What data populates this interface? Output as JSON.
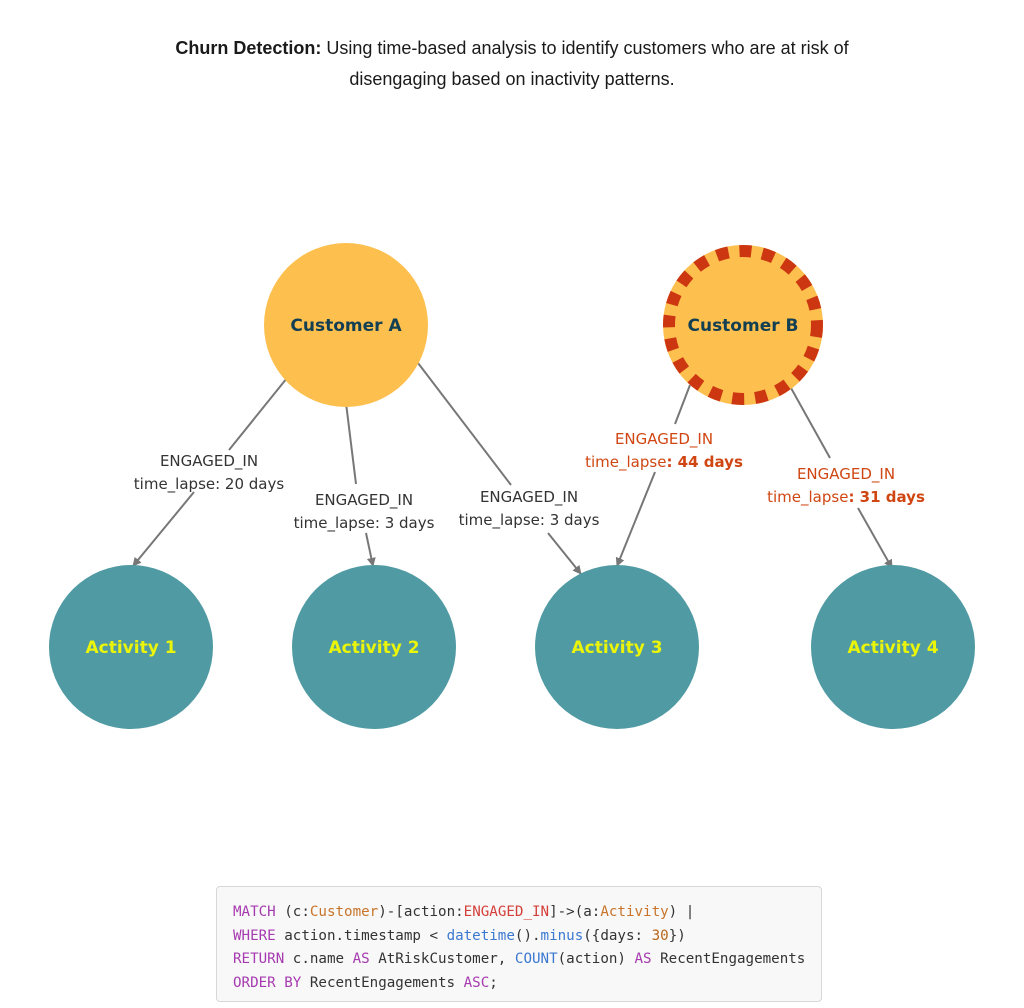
{
  "header": {
    "bold": "Churn Detection:",
    "text_line1": " Using time-based analysis to identify customers who are at risk of",
    "text_line2": "disengaging based on inactivity patterns."
  },
  "colors": {
    "customer_fill": "#fdbf4e",
    "activity_fill": "#4f9aa3",
    "customer_text": "#123f52",
    "activity_text": "#eaf50a",
    "edge": "#777777",
    "edge_label": "#333333",
    "risk_label": "#d04612",
    "risk_dash": "#cc3711"
  },
  "nodes": {
    "customer_a": "Customer A",
    "customer_b": "Customer B",
    "activity_1": "Activity 1",
    "activity_2": "Activity 2",
    "activity_3": "Activity 3",
    "activity_4": "Activity 4"
  },
  "edges": [
    {
      "rel": "ENGAGED_IN",
      "lapse_prefix": "time_lapse: 20 days",
      "lapse_value": ""
    },
    {
      "rel": "ENGAGED_IN",
      "lapse_prefix": "time_lapse: 3 days",
      "lapse_value": ""
    },
    {
      "rel": "ENGAGED_IN",
      "lapse_prefix": "time_lapse: 3 days",
      "lapse_value": ""
    },
    {
      "rel": "ENGAGED_IN",
      "lapse_prefix": "time_lapse",
      "lapse_value": ": 44 days"
    },
    {
      "rel": "ENGAGED_IN",
      "lapse_prefix": "time_lapse",
      "lapse_value": ": 31 days"
    }
  ],
  "code": {
    "line1": {
      "kw1": "MATCH",
      "t1": " (c:",
      "lbl1": "Customer",
      "t2": ")-[action:",
      "rel": "ENGAGED_IN",
      "t3": "]->(a:",
      "lbl2": "Activity",
      "t4": ") |"
    },
    "line2": {
      "kw1": "WHERE",
      "t1": " action.timestamp < ",
      "fn1": "datetime",
      "t2": "().",
      "fn2": "minus",
      "t3": "({days: ",
      "num": "30",
      "t4": "})"
    },
    "line3": {
      "kw1": "RETURN",
      "t1": " c.name ",
      "kw2": "AS",
      "t2": " AtRiskCustomer, ",
      "fn1": "COUNT",
      "t3": "(action) ",
      "kw3": "AS",
      "t4": " RecentEngagements"
    },
    "line4": {
      "kw1": "ORDER BY",
      "t1": " RecentEngagements ",
      "kw2": "ASC",
      "t2": ";"
    }
  }
}
